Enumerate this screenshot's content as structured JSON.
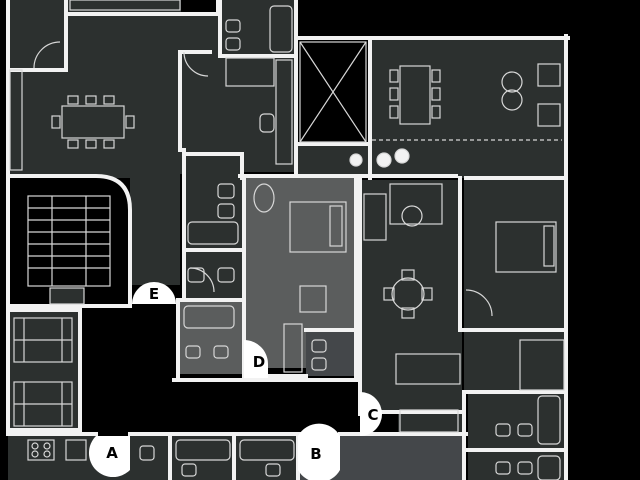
{
  "plan": {
    "colors": {
      "background": "#000000",
      "wall": "#f2f2f2",
      "room_dark": "#2c302f",
      "room_light": "#5b5d5d",
      "room_mid": "#44474a",
      "fixture": "#d7d7d7",
      "marker_fill": "#ffffff",
      "marker_text": "#000000"
    },
    "unit_markers": [
      {
        "id": "A",
        "label": "A"
      },
      {
        "id": "B",
        "label": "B"
      },
      {
        "id": "C",
        "label": "C"
      },
      {
        "id": "D",
        "label": "D"
      },
      {
        "id": "E",
        "label": "E"
      }
    ]
  }
}
